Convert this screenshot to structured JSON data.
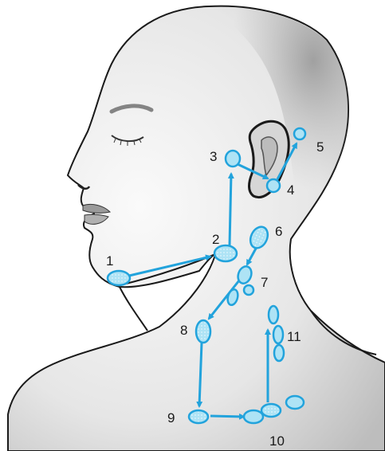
{
  "labels": {
    "n1": "1",
    "n2": "2",
    "n3": "3",
    "n4": "4",
    "n5": "5",
    "n6": "6",
    "n7": "7",
    "n8": "8",
    "n9": "9",
    "n10": "10",
    "n11": "11"
  },
  "colors": {
    "node_fill": "#aee3f5",
    "node_stroke": "#22a3dc",
    "arrow": "#22a3dc",
    "skin_light": "#f4f4f4",
    "skin_dark": "#c8c8c8",
    "outline": "#1a1a1a"
  }
}
